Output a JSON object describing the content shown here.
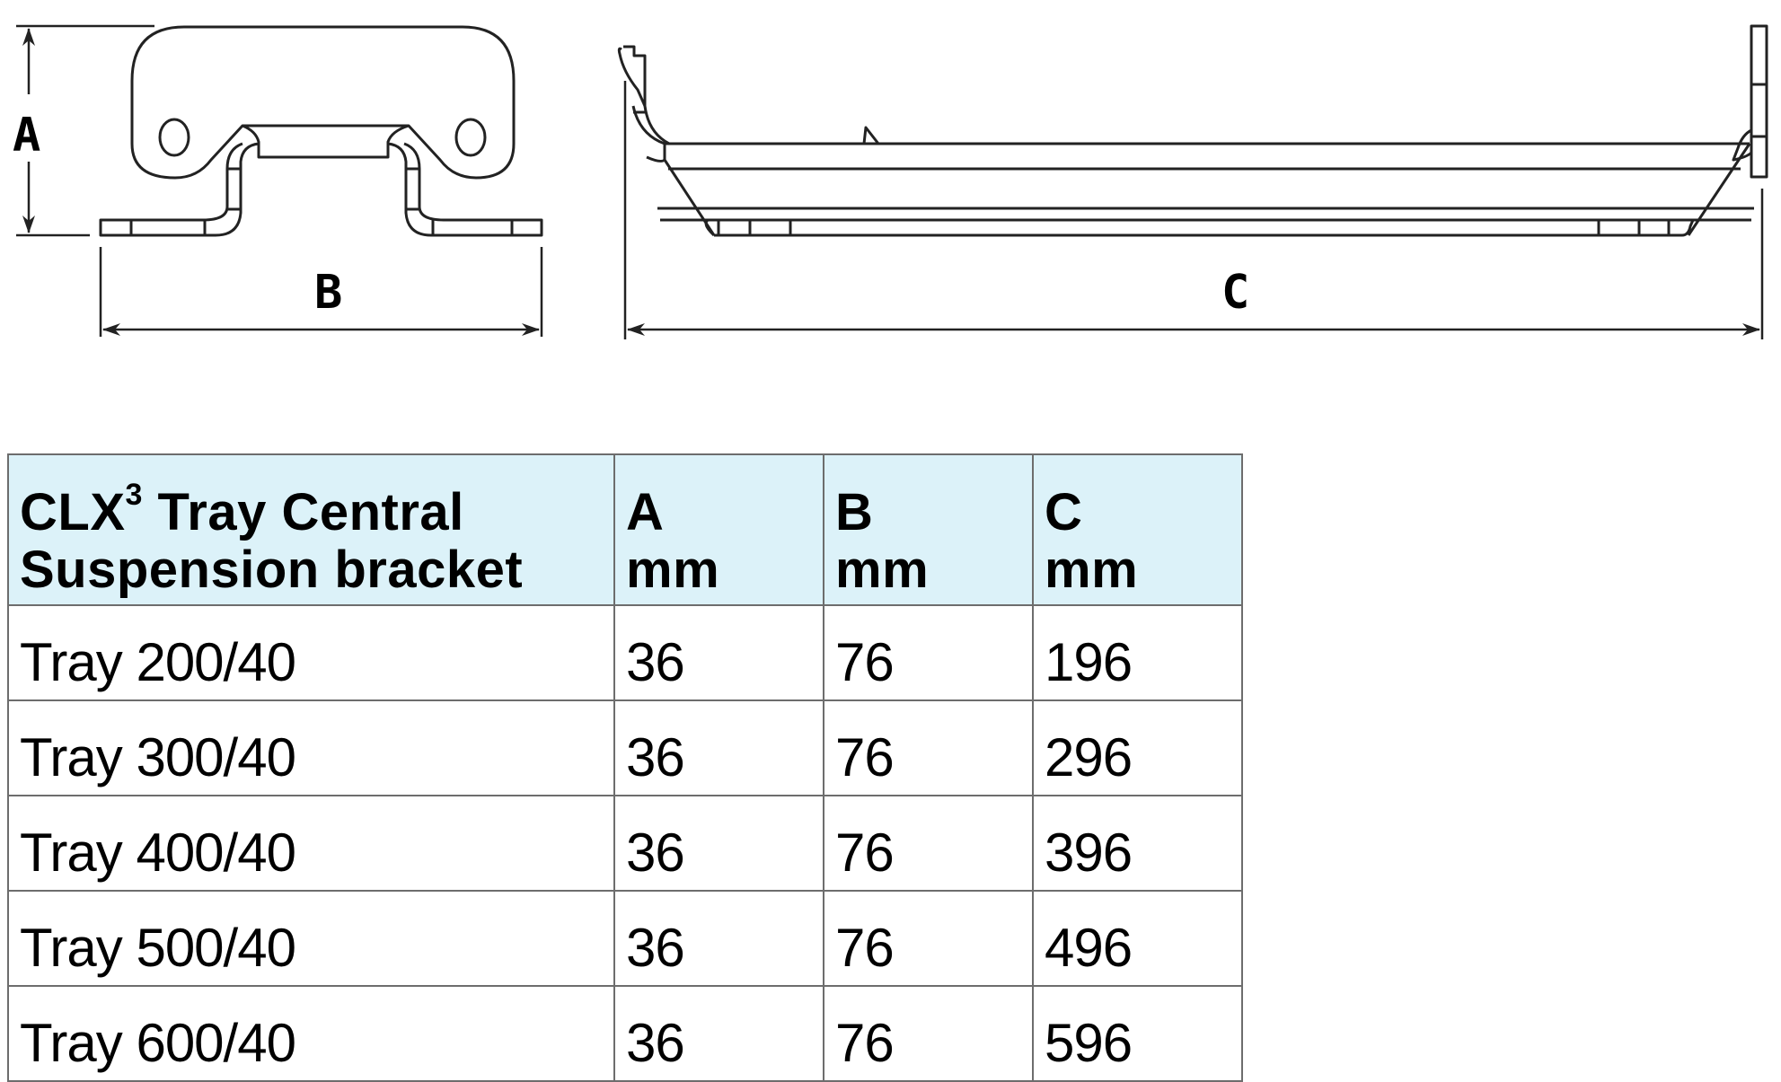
{
  "drawing": {
    "bracket_view": {
      "dimension_labels": {
        "height": "A",
        "width": "B"
      }
    },
    "tray_view": {
      "dimension_labels": {
        "length": "C"
      }
    }
  },
  "table": {
    "header": {
      "product": {
        "line1_prefix": "CLX",
        "line1_sup": "3",
        "line1_suffix": " Tray Central",
        "line2": "Suspension bracket"
      },
      "col_a": {
        "label": "A",
        "unit": "mm"
      },
      "col_b": {
        "label": "B",
        "unit": "mm"
      },
      "col_c": {
        "label": "C",
        "unit": "mm"
      }
    },
    "header_bg_color": "#dcf2f9",
    "rows": [
      {
        "product": "Tray 200/40",
        "a": "36",
        "b": "76",
        "c": "196"
      },
      {
        "product": "Tray 300/40",
        "a": "36",
        "b": "76",
        "c": "296"
      },
      {
        "product": "Tray 400/40",
        "a": "36",
        "b": "76",
        "c": "396"
      },
      {
        "product": "Tray 500/40",
        "a": "36",
        "b": "76",
        "c": "496"
      },
      {
        "product": "Tray 600/40",
        "a": "36",
        "b": "76",
        "c": "596"
      }
    ]
  }
}
